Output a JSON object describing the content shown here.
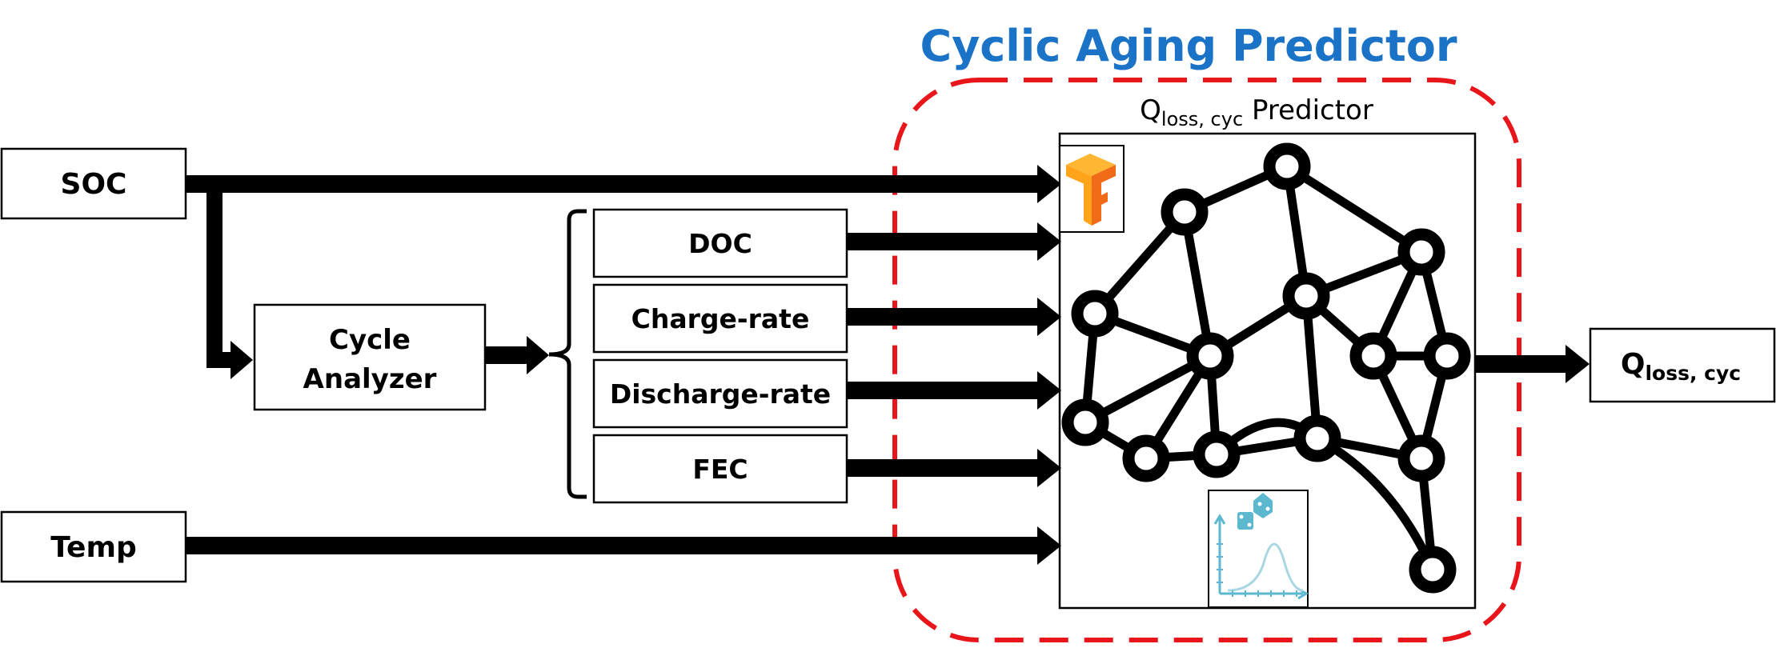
{
  "title": "Cyclic Aging Predictor",
  "colors": {
    "title": "#1a73c7",
    "dashed_border": "#e8161b",
    "line": "#000000",
    "tensorflow_light": "#ffa41b",
    "tensorflow_dark": "#f06a18",
    "prob_icon": "#5bb8cf"
  },
  "inputs": {
    "soc": "SOC",
    "temp": "Temp"
  },
  "cycle_analyzer": {
    "line1": "Cycle",
    "line2": "Analyzer"
  },
  "features": [
    "DOC",
    "Charge-rate",
    "Discharge-rate",
    "FEC"
  ],
  "predictor_label": {
    "main": "Q",
    "sub": "loss, cyc",
    "suffix": " Predictor"
  },
  "output": {
    "main": "Q",
    "sub": "loss, cyc"
  },
  "icons": {
    "framework": "tensorflow-logo-icon",
    "probability": "probability-distribution-dice-icon",
    "network": "neural-network-graph-icon"
  }
}
